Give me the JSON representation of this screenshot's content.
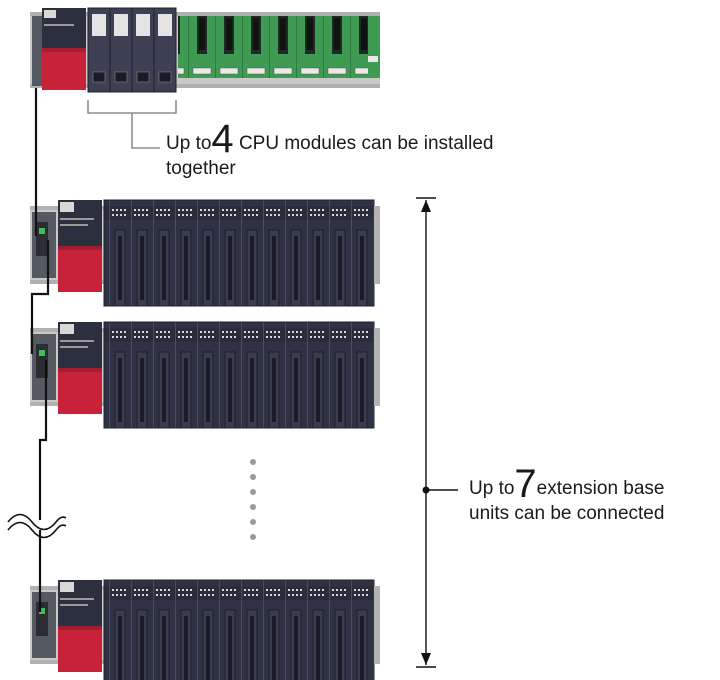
{
  "captions": {
    "cpu": {
      "prefix": "Up to",
      "number": "4",
      "rest": "CPU modules can be installed",
      "line2": "together"
    },
    "ext": {
      "prefix": "Up to",
      "number": "7",
      "rest": "extension base",
      "line2": "units can be connected"
    }
  },
  "colors": {
    "main_base_green": "#3f9a53",
    "cpu_module": "#3d4053",
    "io_module": "#2f3244",
    "power_supply_red": "#c8223a",
    "rail_grey": "#c9c9c9",
    "cable": "#111111"
  },
  "icons": {
    "cable_break": "wave-break-icon",
    "dimension": "double-arrow-icon"
  }
}
